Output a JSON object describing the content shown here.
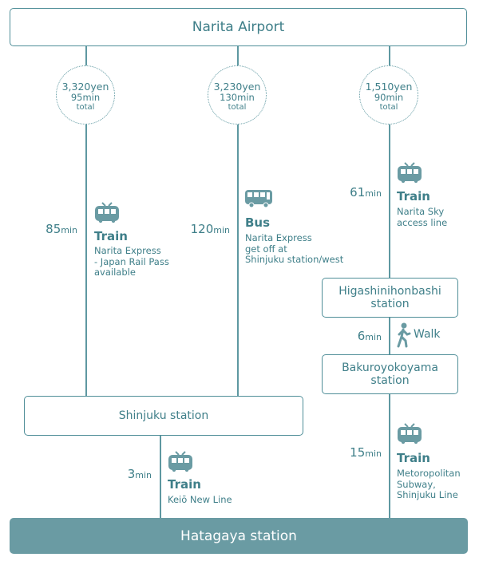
{
  "origin": "Narita Airport",
  "destination": "Hatagaya station",
  "routes": [
    {
      "price": "3,320yen",
      "minutes": "95min",
      "total": "total"
    },
    {
      "price": "3,230yen",
      "minutes": "130min",
      "total": "total"
    },
    {
      "price": "1,510yen",
      "minutes": "90min",
      "total": "total"
    }
  ],
  "legs": {
    "train_nex": {
      "dur": "85",
      "unit": "min",
      "mode": "Train",
      "desc": "Narita Express\n - Japan Rail Pass\n   available"
    },
    "bus": {
      "dur": "120",
      "unit": "min",
      "mode": "Bus",
      "desc": "Narita Express\nget off at\nShinjuku station/west"
    },
    "train_sky": {
      "dur": "61",
      "unit": "min",
      "mode": "Train",
      "desc": "Narita Sky\naccess line"
    },
    "walk": {
      "dur": "6",
      "unit": "min",
      "mode": "Walk"
    },
    "train_subway": {
      "dur": "15",
      "unit": "min",
      "mode": "Train",
      "desc": "Metoropolitan\nSubway,\nShinjuku Line"
    },
    "train_keio": {
      "dur": "3",
      "unit": "min",
      "mode": "Train",
      "desc": "Keiō New Line"
    }
  },
  "stations": {
    "shinjuku": "Shinjuku station",
    "higashi_1": "Higashinihonbashi",
    "higashi_2": "station",
    "bakuro_1": "Bakuroyokoyama",
    "bakuro_2": "station"
  },
  "icons": [
    "train-icon",
    "bus-icon",
    "walk-icon"
  ],
  "colors": {
    "primary": "#4f8e98",
    "final_fill": "#6a9ba3"
  }
}
